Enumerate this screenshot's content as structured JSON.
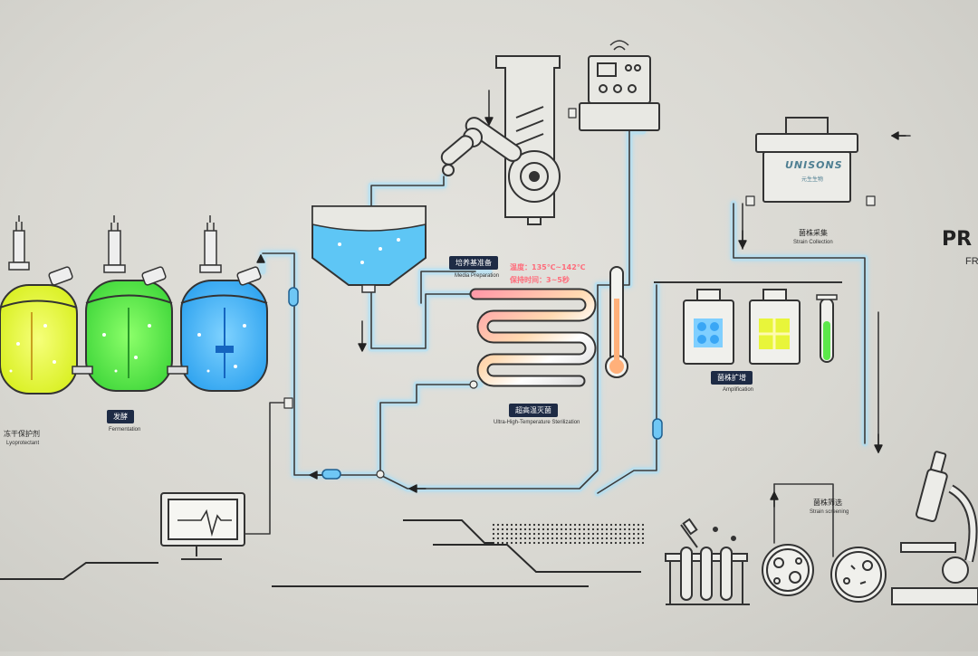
{
  "title": {
    "text": "PR",
    "subtitle": "FR"
  },
  "brand": {
    "name": "UNISONS",
    "cn": "元生生物"
  },
  "temperature": {
    "line1": "温度：135℃~142℃",
    "line2": "保持时间：3~5秒"
  },
  "stages": {
    "lyoprotectant": {
      "cn": "冻干保护剂",
      "en": "Lyoprotectant"
    },
    "fermentation": {
      "cn": "发酵",
      "en": "Fermentation"
    },
    "media_preparation": {
      "cn": "培养基准备",
      "en": "Media Preparation"
    },
    "uht_sterilization": {
      "cn": "超高温灭菌",
      "en": "Ultra-High-Temperature Sterilization"
    },
    "amplification": {
      "cn": "菌株扩增",
      "en": "Amplification"
    },
    "strain_collection": {
      "cn": "菌株采集",
      "en": "Strain Collection"
    },
    "strain_screening": {
      "cn": "菌株筛选",
      "en": "Strain screening"
    }
  },
  "colors": {
    "pipe_glow": "#7fd6ff",
    "line": "#2a2a2a",
    "fluid_yellow": "#e6f53a",
    "fluid_green": "#5be84a",
    "fluid_blue": "#39b3f5",
    "label_bg": "#1e2b45",
    "temp_text": "#ff6b7a"
  }
}
